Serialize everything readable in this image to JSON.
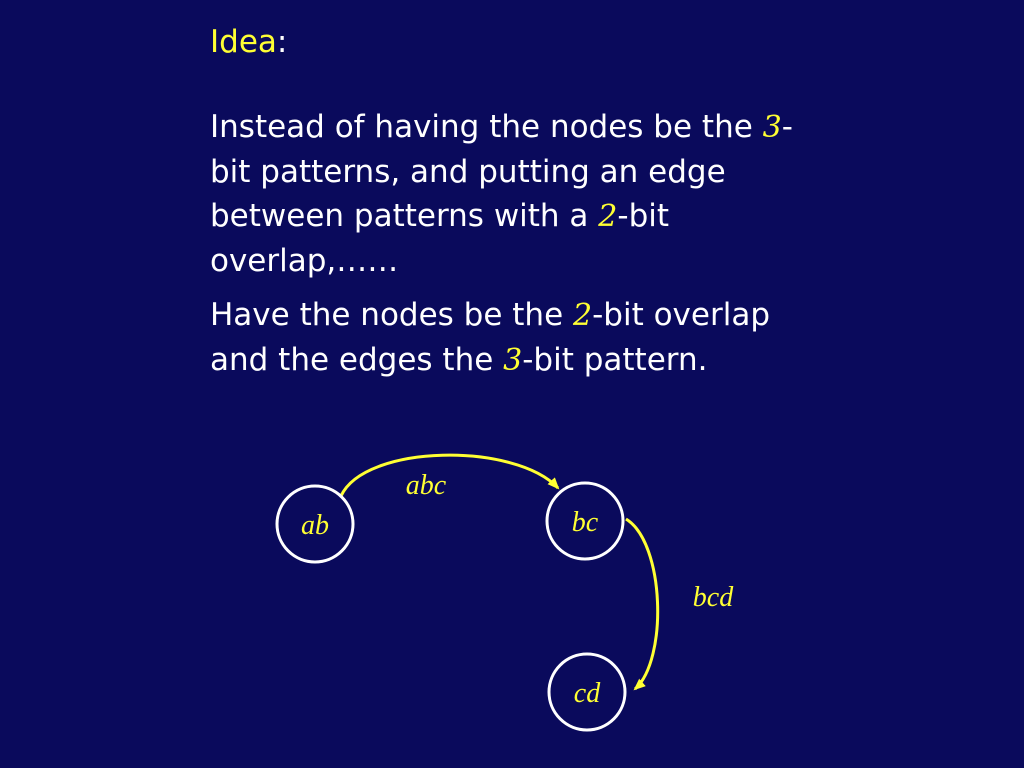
{
  "slide": {
    "heading": {
      "word": "Idea",
      "colon": ":"
    },
    "paragraph1": {
      "part1": "Instead of having the nodes be the ",
      "num1": "3",
      "part2": "-bit patterns, and putting an edge between patterns with a ",
      "num2": "2",
      "part3": "-bit overlap,……"
    },
    "paragraph2": {
      "part1": "Have the nodes be the ",
      "num1": "2",
      "part2": "-bit overlap and the edges the ",
      "num2": "3",
      "part3": "-bit pattern."
    }
  },
  "graph": {
    "nodes": [
      {
        "id": "ab",
        "label": "ab"
      },
      {
        "id": "bc",
        "label": "bc"
      },
      {
        "id": "cd",
        "label": "cd"
      }
    ],
    "edges": [
      {
        "from": "ab",
        "to": "bc",
        "label": "abc"
      },
      {
        "from": "bc",
        "to": "cd",
        "label": "bcd"
      }
    ]
  },
  "colors": {
    "background": "#0a0a5c",
    "text": "#ffffff",
    "accent": "#ffff33",
    "node_stroke": "#ffffff"
  }
}
